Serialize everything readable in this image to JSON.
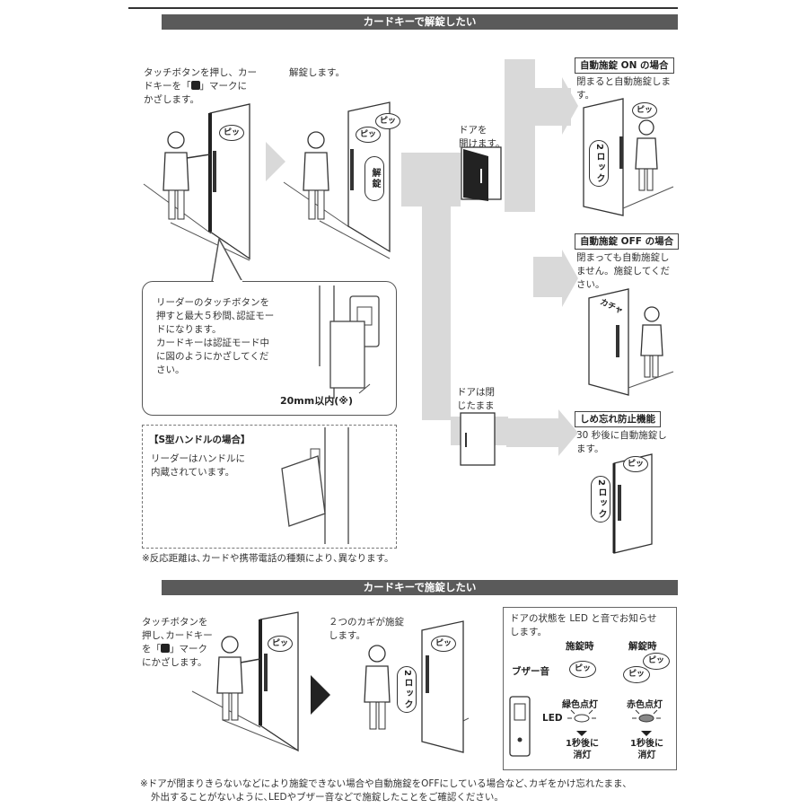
{
  "sections": {
    "unlock_header": "カードキーで解錠したい",
    "lock_header": "カードキーで施錠したい"
  },
  "unlock": {
    "step1": "タッチボタンを押し、カードキーを「」マークにかざします。",
    "step1_line1": "タッチボタンを押し、カー",
    "step1_line2": "ドキーを「",
    "step1_line2b": "」マークに",
    "step1_line3": "かざします。",
    "step2": "解錠します。",
    "beep": "ピッ",
    "unlock_vertical": "解錠",
    "door_open": "ドアを開けます。",
    "door_open_l1": "ドアを",
    "door_open_l2": "開けます。",
    "door_closed_l1": "ドアは閉",
    "door_closed_l2": "じたまま",
    "auto_on_title": "自動施錠 ON の場合",
    "auto_on_l1": "閉まると自動施錠しま",
    "auto_on_l2": "す。",
    "auto_off_title": "自動施錠 OFF の場合",
    "auto_off_l1": "閉まっても自動施錠し",
    "auto_off_l2": "ません。施錠してくだ",
    "auto_off_l3": "さい。",
    "forget_title": "しめ忘れ防止機能",
    "forget_l1": "30 秒後に自動施錠し",
    "forget_l2": "ます。",
    "lock2": "2ロック",
    "gacha": "カチャ",
    "reader_l1": "リーダーのタッチボタンを",
    "reader_l2": "押すと最大５秒間､認証モー",
    "reader_l3": "ドになります。",
    "reader_l4": "カードキーは認証モード中",
    "reader_l5": "に図のようにかざしてくだ",
    "reader_l6": "さい。",
    "distance": "20mm以内(※)",
    "s_handle_title": "【S型ハンドルの場合】",
    "s_handle_l1": "リーダーはハンドルに",
    "s_handle_l2": "内蔵されています。",
    "footnote": "※反応距離は､カードや携帯電話の種類により､異なります。"
  },
  "lock": {
    "step1_l1": "タッチボタンを",
    "step1_l2": "押し､カードキー",
    "step1_l3a": "を「",
    "step1_l3b": "」マーク",
    "step1_l4": "にかざします。",
    "step2_l1": "２つのカギが施錠",
    "step2_l2": "します。",
    "beep": "ピッ",
    "lock2": "2ロック"
  },
  "status_box": {
    "intro_l1": "ドアの状態を LED と音でお知らせ",
    "intro_l2": "します。",
    "col_lock": "施錠時",
    "col_unlock": "解錠時",
    "buzzer_label": "ブザー音",
    "beep": "ピッ",
    "led_label": "LED",
    "green": "緑色点灯",
    "red": "赤色点灯",
    "after_l1": "1秒後に",
    "after_l2": "消灯"
  },
  "bottom_note_l1": "※ドアが閉まりきらないなどにより施錠できない場合や自動施錠をOFFにしている場合など､カギをかけ忘れたまま､",
  "bottom_note_l2": "外出することがないように､LEDやブザー音などで施錠したことをご確認ください。",
  "colors": {
    "header_bg": "#5a5a5a",
    "arrow_gray": "#d9d9d9",
    "door_dark": "#222222"
  }
}
